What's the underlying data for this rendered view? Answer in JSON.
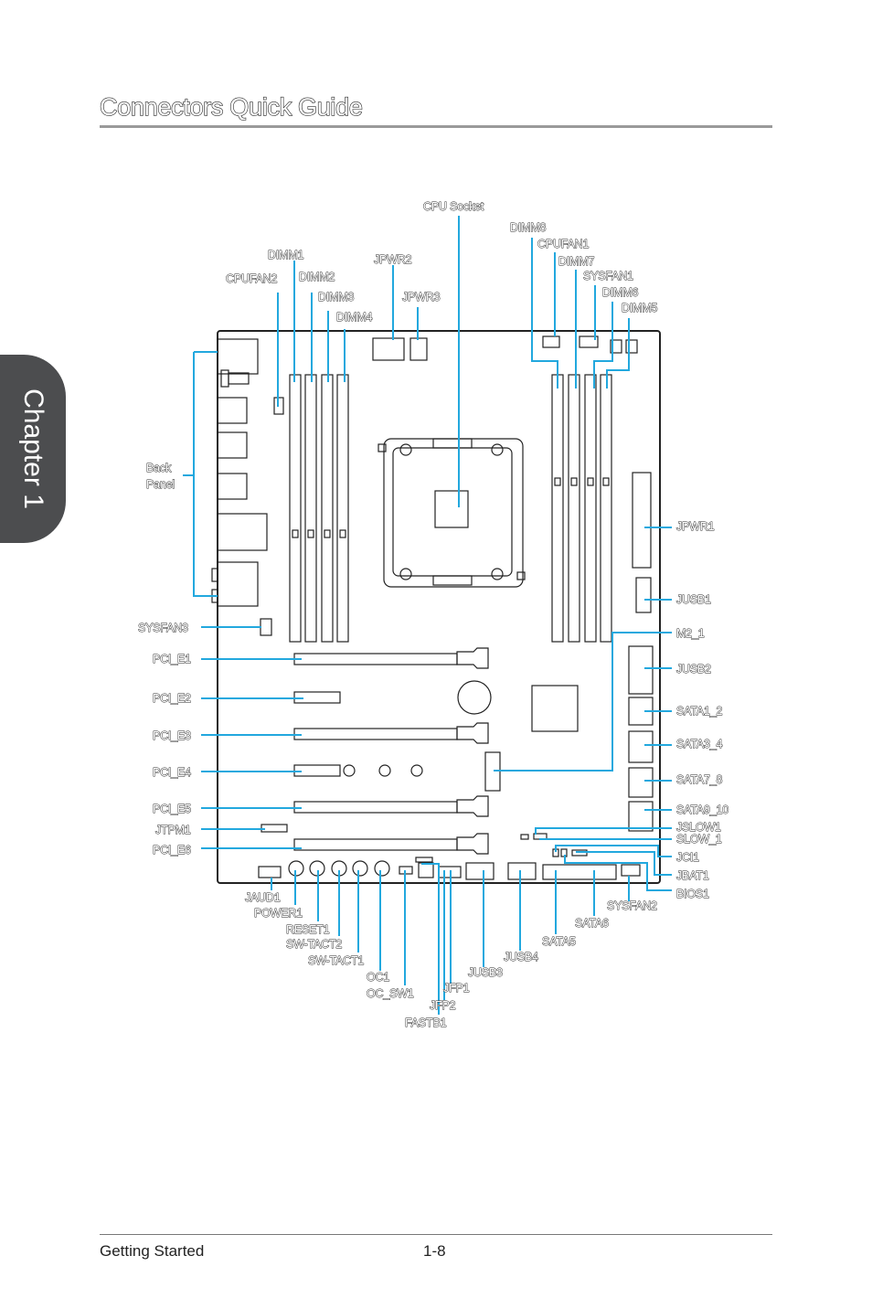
{
  "page": {
    "title": "Connectors Quick Guide",
    "chapter": "Chapter 1",
    "footer_section": "Getting Started",
    "footer_page": "1-8"
  },
  "colors": {
    "callout": "#22a8de",
    "board": "#222222",
    "tab": "#4c4d4f"
  },
  "labels": {
    "cpu_socket": "CPU Socket",
    "dimm8": "DIMM8",
    "cpufan1": "CPUFAN1",
    "dimm7": "DIMM7",
    "sysfan1": "SYSFAN1",
    "dimm6": "DIMM6",
    "dimm5": "DIMM5",
    "dimm1": "DIMM1",
    "cpufan2": "CPUFAN2",
    "dimm2": "DIMM2",
    "dimm3": "DIMM3",
    "dimm4": "DIMM4",
    "jpwr2": "JPWR2",
    "jpwr3": "JPWR3",
    "back_panel_1": "Back",
    "back_panel_2": "Panel",
    "sysfan3": "SYSFAN3",
    "pci_e1": "PCI_E1",
    "pci_e2": "PCI_E2",
    "pci_e3": "PCI_E3",
    "pci_e4": "PCI_E4",
    "pci_e5": "PCI_E5",
    "jtpm1": "JTPM1",
    "pci_e6": "PCI_E6",
    "jpwr1": "JPWR1",
    "jusb1": "JUSB1",
    "m2_1": "M2_1",
    "jusb2": "JUSB2",
    "sata1_2": "SATA1_2",
    "sata3_4": "SATA3_4",
    "sata7_8": "SATA7_8",
    "sata9_10": "SATA9_10",
    "jslow1": "JSLOW1",
    "slow_1": "SLOW_1",
    "jci1": "JCI1",
    "jbat1": "JBAT1",
    "bios1": "BIOS1",
    "sysfan2": "SYSFAN2",
    "sata6": "SATA6",
    "sata5": "SATA5",
    "jusb4": "JUSB4",
    "jusb3": "JUSB3",
    "jfp1": "JFP1",
    "jfp2": "JFP2",
    "fastb1": "FASTB1",
    "oc_sw1": "OC_SW1",
    "oc1": "OC1",
    "sw_tact1": "SW-TACT1",
    "sw_tact2": "SW-TACT2",
    "reset1": "RESET1",
    "power1": "POWER1",
    "jaud1": "JAUD1"
  }
}
